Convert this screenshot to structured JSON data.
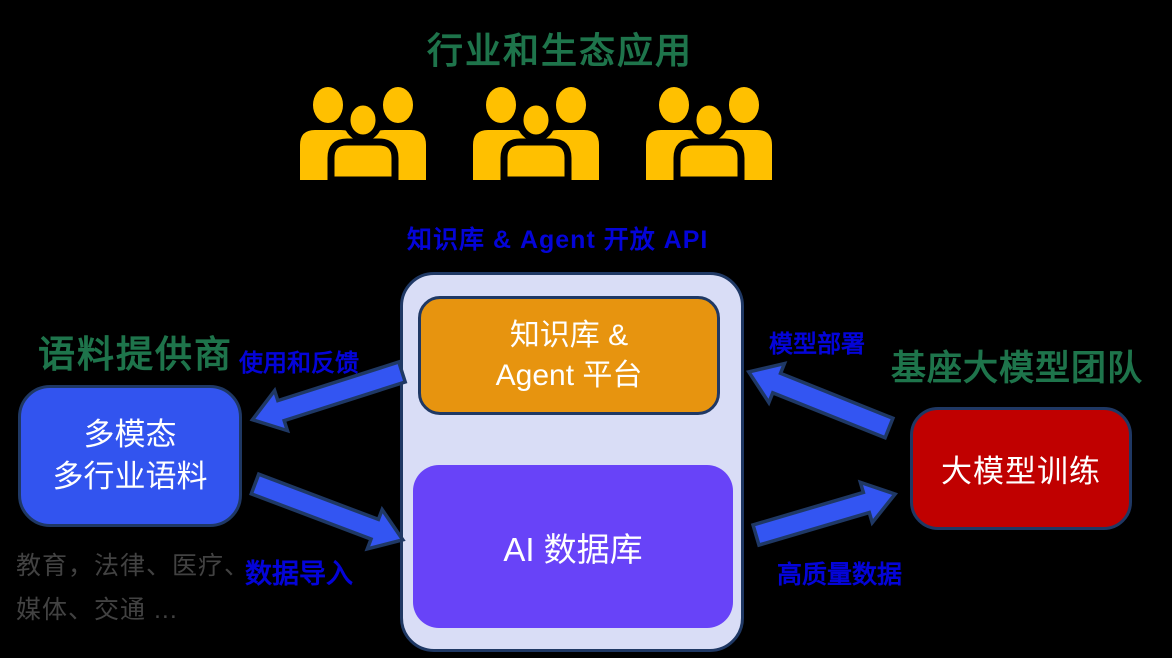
{
  "page": {
    "background": "#000000"
  },
  "top": {
    "title": "行业和生态应用",
    "api_label": "知识库 & Agent 开放 API"
  },
  "center": {
    "knowledge_box_line1": "知识库 &",
    "knowledge_box_line2": "Agent 平台",
    "ai_db_label": "AI 数据库"
  },
  "left": {
    "heading": "语料提供商",
    "box_line1": "多模态",
    "box_line2": "多行业语料",
    "industries_line1": "教育，法律、医疗、",
    "industries_line2": "媒体、交通  ..."
  },
  "right": {
    "heading": "基座大模型团队",
    "box_label": "大模型训练"
  },
  "arrows": {
    "usage_feedback_label": "使用和反馈",
    "data_import_label": "数据导入",
    "model_deploy_label": "模型部署",
    "high_quality_data_label": "高质量数据"
  },
  "colors": {
    "heading_green": "#1E744B",
    "label_blue": "#0404D8",
    "people_gold": "#FFC000",
    "container_fill": "#D9DDF6",
    "container_border": "#1F3864",
    "knowledge_orange": "#E7940F",
    "ai_purple": "#6843F8",
    "corpus_blue": "#3254EF",
    "training_red": "#C00000",
    "arrow_blue": "#3355F2",
    "industries_gray": "#424242"
  }
}
